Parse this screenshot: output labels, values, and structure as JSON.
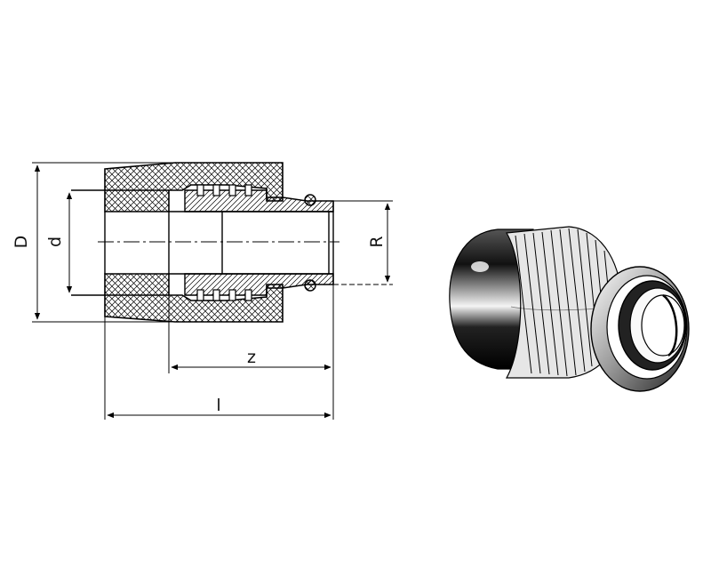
{
  "drawing": {
    "dimension_labels": {
      "outer_diameter": "D",
      "inner_diameter": "d",
      "thread": "R",
      "socket_to_end": "z",
      "total_length": "l"
    },
    "colors": {
      "line": "#000000",
      "background": "#ffffff",
      "body_fill": "#1c1c1c",
      "metal_fill": "#d9d9d9"
    }
  }
}
